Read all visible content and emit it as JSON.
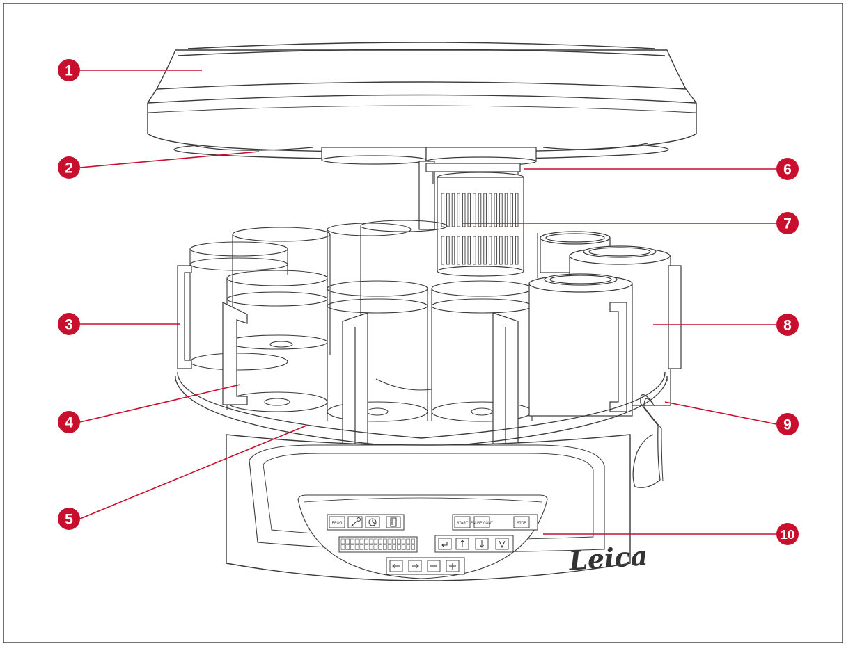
{
  "callouts": [
    {
      "id": "1",
      "label": "1"
    },
    {
      "id": "2",
      "label": "2"
    },
    {
      "id": "3",
      "label": "3"
    },
    {
      "id": "4",
      "label": "4"
    },
    {
      "id": "5",
      "label": "5"
    },
    {
      "id": "6",
      "label": "6"
    },
    {
      "id": "7",
      "label": "7"
    },
    {
      "id": "8",
      "label": "8"
    },
    {
      "id": "9",
      "label": "9"
    },
    {
      "id": "10",
      "label": "10"
    }
  ],
  "panel": {
    "prog": "PROG",
    "start": "START",
    "pause": "PAUSE CONT",
    "stop": "STOP"
  },
  "brand": "Leica",
  "colors": {
    "callout": "#c8102e",
    "line": "#3a3a3a",
    "leader": "#c8102e"
  },
  "icons": [
    "key-icon",
    "clock-icon",
    "door-icon",
    "return-icon",
    "arrow-up-icon",
    "arrow-down-icon",
    "checkmark-icon",
    "arrow-left-icon",
    "arrow-right-icon",
    "minus-icon",
    "plus-icon"
  ]
}
